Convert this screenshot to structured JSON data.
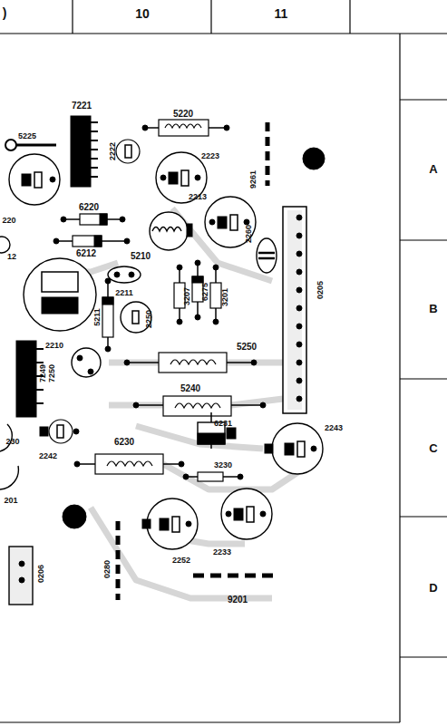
{
  "diagram": {
    "labels": [
      ")",
      "10",
      "11",
      "A",
      "B",
      "C",
      "D",
      "5225",
      "7221",
      "5220",
      "2222",
      "2223",
      "9261",
      "2213",
      "220",
      "6220",
      "12",
      "6212",
      "5210",
      "2260",
      "2211",
      "3207",
      "6275",
      "3201",
      "0205",
      "2210",
      "5211",
      "2250",
      "5250",
      "7249",
      "7250",
      "5240",
      "6231",
      "2243",
      "230",
      "2242",
      "6230",
      "3230",
      "201",
      "0280",
      "2252",
      "2233",
      "9201",
      "0206"
    ]
  }
}
